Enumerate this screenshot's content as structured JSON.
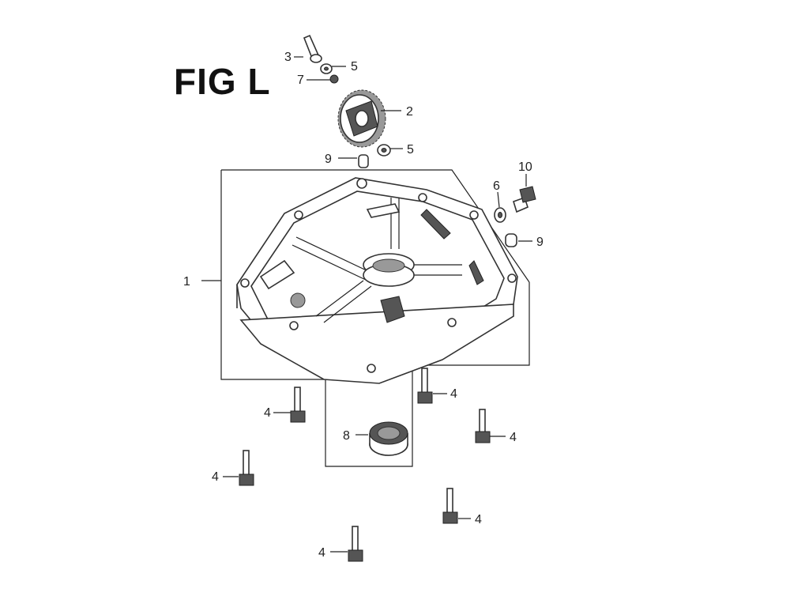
{
  "title": "FIG L",
  "callouts": [
    {
      "id": "c3",
      "text": "3"
    },
    {
      "id": "c5a",
      "text": "5"
    },
    {
      "id": "c7",
      "text": "7"
    },
    {
      "id": "c2",
      "text": "2"
    },
    {
      "id": "c9a",
      "text": "9"
    },
    {
      "id": "c5b",
      "text": "5"
    },
    {
      "id": "c10",
      "text": "10"
    },
    {
      "id": "c6",
      "text": "6"
    },
    {
      "id": "c9b",
      "text": "9"
    },
    {
      "id": "c1",
      "text": "1"
    },
    {
      "id": "c4a",
      "text": "4"
    },
    {
      "id": "c4b",
      "text": "4"
    },
    {
      "id": "c8",
      "text": "8"
    },
    {
      "id": "c4c",
      "text": "4"
    },
    {
      "id": "c4d",
      "text": "4"
    },
    {
      "id": "c4e",
      "text": "4"
    },
    {
      "id": "c4f",
      "text": "4"
    }
  ]
}
